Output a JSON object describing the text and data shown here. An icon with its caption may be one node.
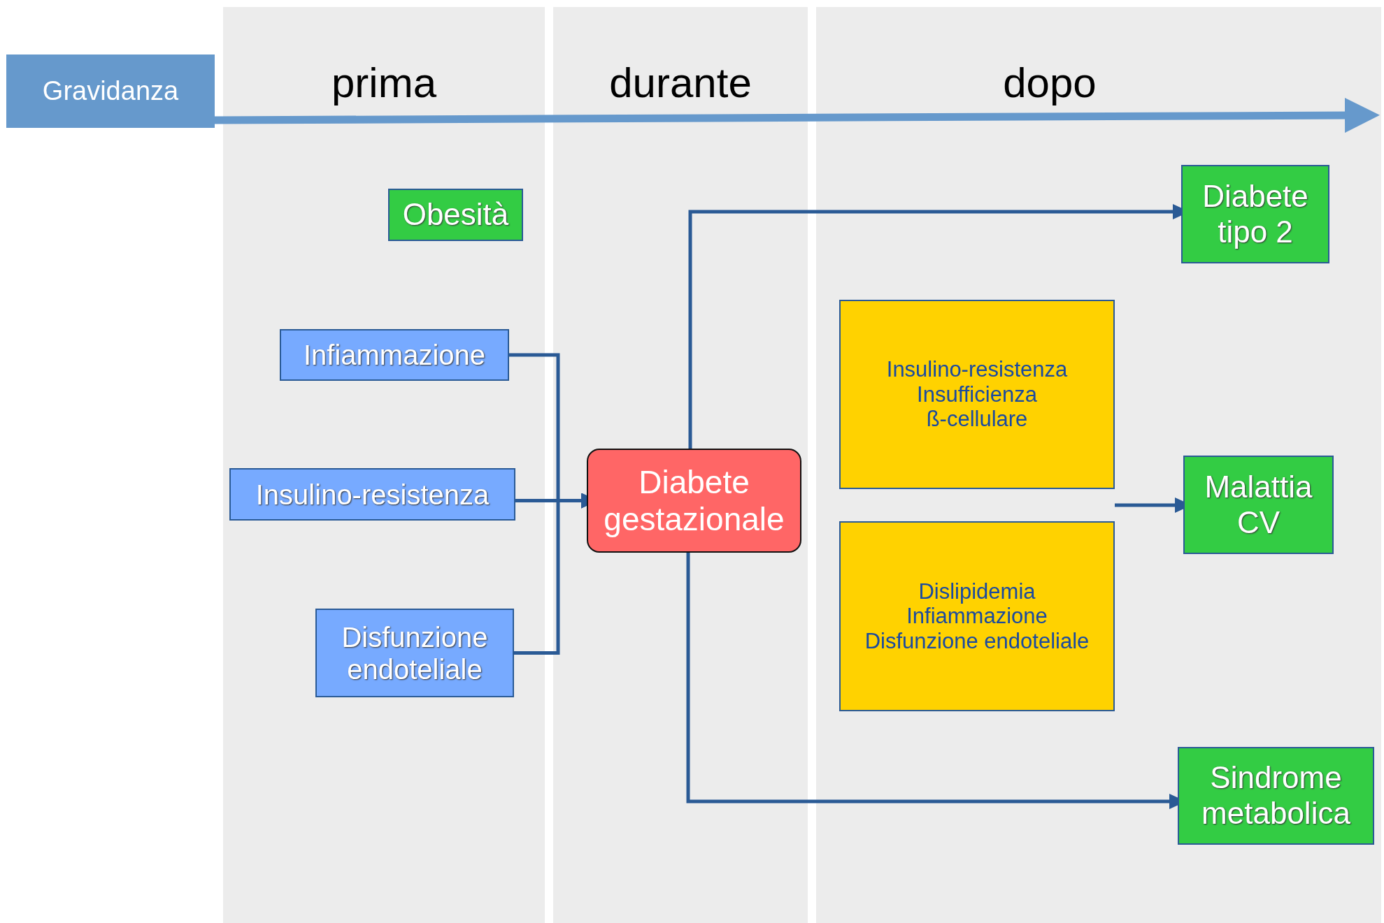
{
  "diagram": {
    "nodes": [
      {
        "text": [
          "Gravidanza"
        ]
      },
      {
        "text": [
          "prima"
        ]
      },
      {
        "text": [
          "Obesità"
        ],
        "in": 1
      },
      {
        "text": [
          "Infiammazione"
        ],
        "in": 1
      },
      {
        "text": [
          "Insulino-resistenza"
        ],
        "in": 1
      },
      {
        "text": [
          "Disfunzione endoteliale"
        ],
        "in": 1
      },
      {
        "text": [
          "durante"
        ]
      },
      {
        "text": [
          "Diabete gestazionale"
        ],
        "in": 6
      },
      {
        "text": [
          "dopo"
        ]
      },
      {
        "text": [
          "Diabete tipo 2"
        ],
        "in": 8
      },
      {
        "text": [
          "Insulino-resistenza",
          "Insufficienza ß-cellulare"
        ],
        "in": 8
      },
      {
        "text": [
          "Dislipidemia",
          "Infiammazione",
          "Disfunzione endoteliale"
        ],
        "in": 8
      },
      {
        "text": [
          "Malattia CV"
        ],
        "in": 8
      },
      {
        "text": [
          "Sindrome metabolica"
        ],
        "in": 8
      }
    ],
    "edges": [
      {
        "from": 0,
        "to": 8,
        "arrow": "to",
        "style": "thick",
        "color": "#6699cc"
      },
      {
        "from": 3,
        "to": 7,
        "arrow": "to"
      },
      {
        "from": 4,
        "to": 7,
        "arrow": "to"
      },
      {
        "from": 5,
        "to": 7,
        "arrow": "to"
      },
      {
        "from": 7,
        "to": 9,
        "arrow": "to"
      },
      {
        "from": 7,
        "to": 13,
        "arrow": "to"
      },
      {
        "from": 10,
        "to": 12,
        "arrow": "to"
      },
      {
        "from": 11,
        "to": 12,
        "arrow": "to"
      }
    ]
  }
}
